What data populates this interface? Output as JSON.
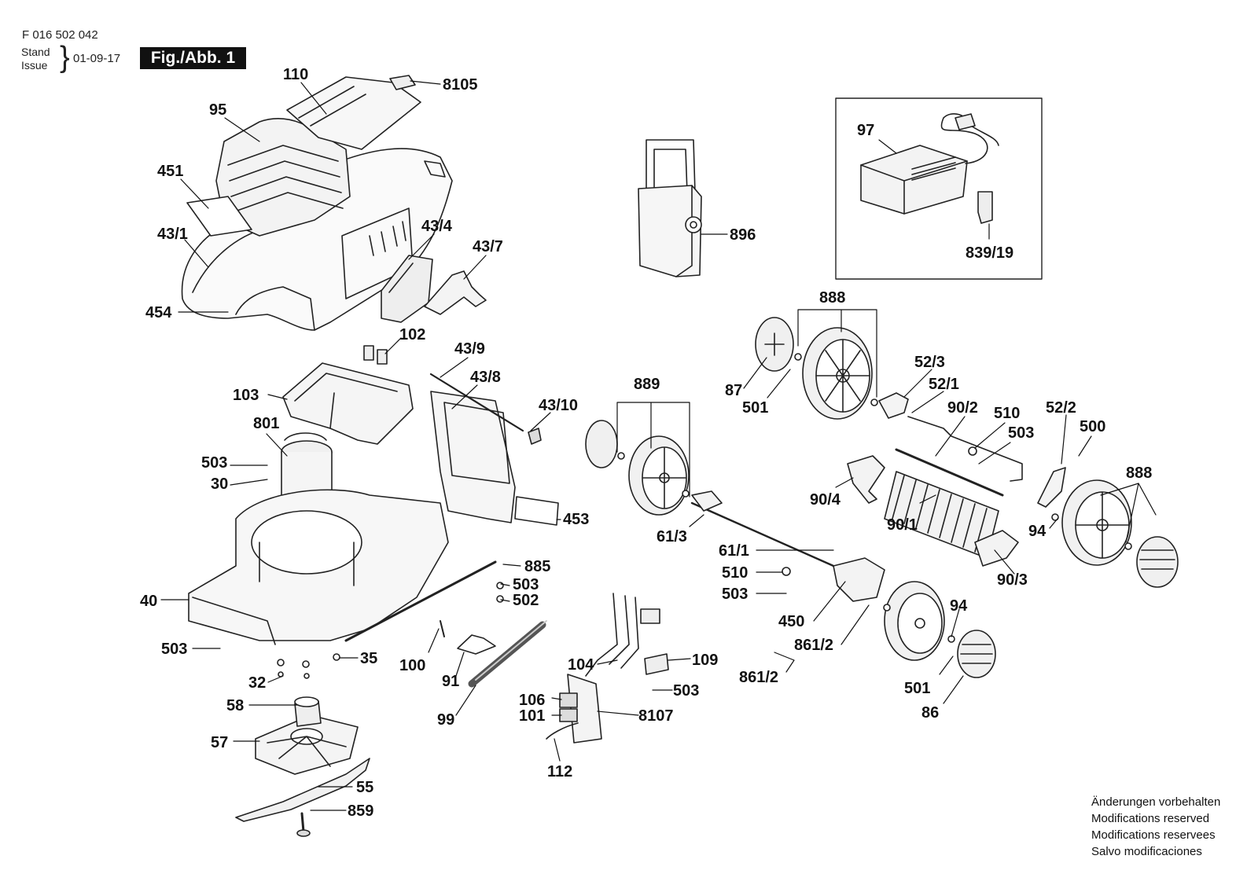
{
  "header": {
    "doc_number": "F 016 502 042",
    "stand_label": "Stand",
    "issue_label": "Issue",
    "date": "01-09-17",
    "figure_label": "Fig./Abb. 1"
  },
  "footer": {
    "notes": [
      "Änderungen vorbehalten",
      "Modifications reserved",
      "Modifications reservees",
      "Salvo modificaciones"
    ]
  },
  "labels": [
    {
      "id": "lbl-110",
      "text": "110"
    },
    {
      "id": "lbl-8105",
      "text": "8105"
    },
    {
      "id": "lbl-95",
      "text": "95"
    },
    {
      "id": "lbl-451",
      "text": "451"
    },
    {
      "id": "lbl-43-1",
      "text": "43/1"
    },
    {
      "id": "lbl-43-4",
      "text": "43/4"
    },
    {
      "id": "lbl-43-7",
      "text": "43/7"
    },
    {
      "id": "lbl-454",
      "text": "454"
    },
    {
      "id": "lbl-896",
      "text": "896"
    },
    {
      "id": "lbl-97",
      "text": "97"
    },
    {
      "id": "lbl-839-19",
      "text": "839/19"
    },
    {
      "id": "lbl-888-top",
      "text": "888"
    },
    {
      "id": "lbl-87",
      "text": "87"
    },
    {
      "id": "lbl-501-top",
      "text": "501"
    },
    {
      "id": "lbl-52-3",
      "text": "52/3"
    },
    {
      "id": "lbl-52-1",
      "text": "52/1"
    },
    {
      "id": "lbl-90-2",
      "text": "90/2"
    },
    {
      "id": "lbl-510-right",
      "text": "510"
    },
    {
      "id": "lbl-503-right",
      "text": "503"
    },
    {
      "id": "lbl-52-2",
      "text": "52/2"
    },
    {
      "id": "lbl-500",
      "text": "500"
    },
    {
      "id": "lbl-888-right",
      "text": "888"
    },
    {
      "id": "lbl-102",
      "text": "102"
    },
    {
      "id": "lbl-103",
      "text": "103"
    },
    {
      "id": "lbl-43-9",
      "text": "43/9"
    },
    {
      "id": "lbl-43-8",
      "text": "43/8"
    },
    {
      "id": "lbl-43-10",
      "text": "43/10"
    },
    {
      "id": "lbl-889",
      "text": "889"
    },
    {
      "id": "lbl-801",
      "text": "801"
    },
    {
      "id": "lbl-503-a",
      "text": "503"
    },
    {
      "id": "lbl-30",
      "text": "30"
    },
    {
      "id": "lbl-453",
      "text": "453"
    },
    {
      "id": "lbl-61-3",
      "text": "61/3"
    },
    {
      "id": "lbl-90-4",
      "text": "90/4"
    },
    {
      "id": "lbl-90-1",
      "text": "90/1"
    },
    {
      "id": "lbl-94-right",
      "text": "94"
    },
    {
      "id": "lbl-90-3",
      "text": "90/3"
    },
    {
      "id": "lbl-61-1",
      "text": "61/1"
    },
    {
      "id": "lbl-510-mid",
      "text": "510"
    },
    {
      "id": "lbl-503-mid",
      "text": "503"
    },
    {
      "id": "lbl-885",
      "text": "885"
    },
    {
      "id": "lbl-503-b",
      "text": "503"
    },
    {
      "id": "lbl-502",
      "text": "502"
    },
    {
      "id": "lbl-40",
      "text": "40"
    },
    {
      "id": "lbl-450",
      "text": "450"
    },
    {
      "id": "lbl-861-2-a",
      "text": "861/2"
    },
    {
      "id": "lbl-861-2-b",
      "text": "861/2"
    },
    {
      "id": "lbl-94-bottom",
      "text": "94"
    },
    {
      "id": "lbl-503-c",
      "text": "503"
    },
    {
      "id": "lbl-35",
      "text": "35"
    },
    {
      "id": "lbl-100",
      "text": "100"
    },
    {
      "id": "lbl-104",
      "text": "104"
    },
    {
      "id": "lbl-109",
      "text": "109"
    },
    {
      "id": "lbl-32",
      "text": "32"
    },
    {
      "id": "lbl-91",
      "text": "91"
    },
    {
      "id": "lbl-503-d",
      "text": "503"
    },
    {
      "id": "lbl-501-bottom",
      "text": "501"
    },
    {
      "id": "lbl-86",
      "text": "86"
    },
    {
      "id": "lbl-58",
      "text": "58"
    },
    {
      "id": "lbl-106",
      "text": "106"
    },
    {
      "id": "lbl-8107",
      "text": "8107"
    },
    {
      "id": "lbl-101",
      "text": "101"
    },
    {
      "id": "lbl-99",
      "text": "99"
    },
    {
      "id": "lbl-57",
      "text": "57"
    },
    {
      "id": "lbl-112",
      "text": "112"
    },
    {
      "id": "lbl-55",
      "text": "55"
    },
    {
      "id": "lbl-859",
      "text": "859"
    }
  ]
}
